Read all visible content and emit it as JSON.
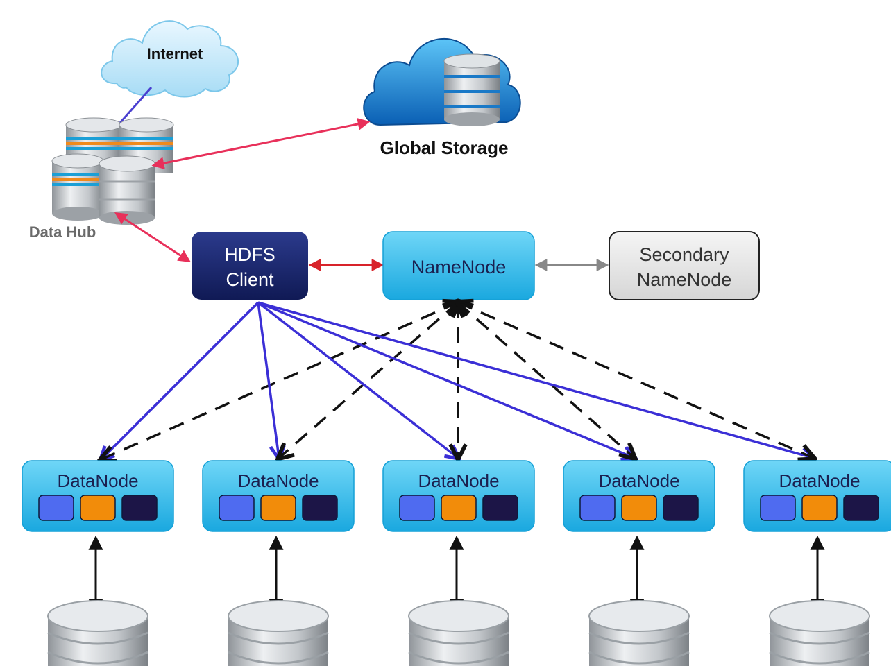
{
  "labels": {
    "internet": "Internet",
    "global_storage": "Global Storage",
    "data_hub": "Data Hub",
    "hdfs_client_line1": "HDFS",
    "hdfs_client_line2": "Client",
    "namenode": "NameNode",
    "secondary_line1": "Secondary",
    "secondary_line2": "NameNode"
  },
  "datanodes": [
    {
      "label": "DataNode"
    },
    {
      "label": "DataNode"
    },
    {
      "label": "DataNode"
    },
    {
      "label": "DataNode"
    },
    {
      "label": "DataNode"
    }
  ],
  "colors": {
    "hdfs_client": "#1e2a6e",
    "namenode": "#29b6e8",
    "secondary": "#e6e6e6",
    "datanode": "#2ab5e6",
    "block_blue": "#4f6bf0",
    "block_orange": "#f28c0a",
    "block_navy": "#1c1547",
    "client_to_datanode": "#3b2fd6",
    "heartbeat": "#111111",
    "hub_links": "#e8305a",
    "client_namenode": "#d8232a",
    "namenode_secondary": "#888888",
    "internet_link": "#4a3fd0"
  }
}
